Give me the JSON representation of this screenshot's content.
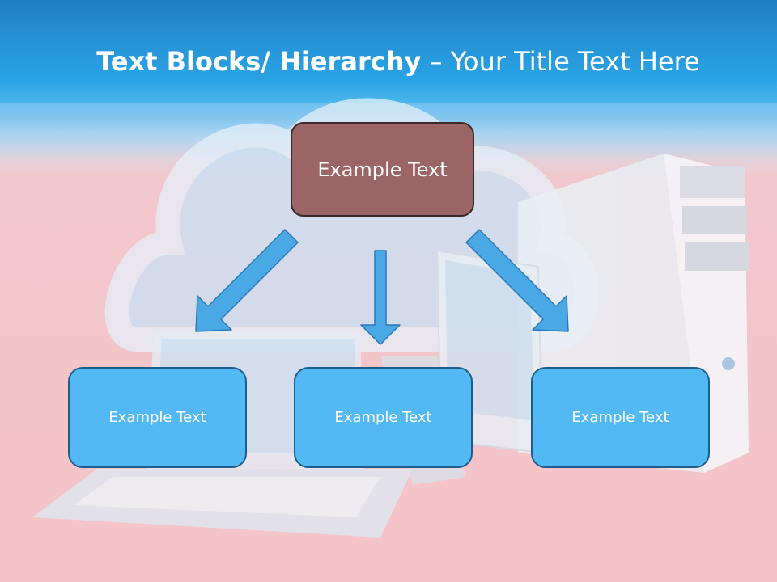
{
  "slide": {
    "title_bold": "Text Blocks/ Hierarchy",
    "title_rest": " – Your Title Text Here"
  },
  "diagram": {
    "root": {
      "label": "Example Text"
    },
    "children": [
      {
        "label": "Example Text"
      },
      {
        "label": "Example Text"
      },
      {
        "label": "Example Text"
      }
    ]
  },
  "colors": {
    "title_bar": "#29a3e6",
    "root_box": "#9c6565",
    "child_box": "#52b9f4",
    "arrow": "#4aa8e4",
    "background": "#f4c3c7"
  }
}
